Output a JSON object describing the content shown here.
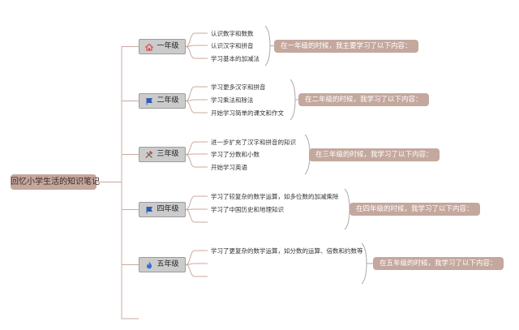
{
  "root": {
    "label": "回忆小学生活的知识笔记"
  },
  "colors": {
    "line": "#c9a99f",
    "bracket": "#aaaaaa",
    "node_fill": "#cbcbcb",
    "summary_fill": "#c4a79d"
  },
  "grades": [
    {
      "label": "一年级",
      "icon": "home-icon",
      "icon_color": "#e0484c",
      "items": [
        "认识数字和数数",
        "认识汉字和拼音",
        "学习基本的加减法"
      ],
      "summary": "在一年级的时候，我主要学习了以下内容："
    },
    {
      "label": "二年级",
      "icon": "flag-icon",
      "icon_color": "#2f5fb3",
      "items": [
        "学习更多汉字和拼音",
        "学习乘法和除法",
        "开始学习简单的课文和作文"
      ],
      "summary": "在二年级的时候，我学习了以下内容："
    },
    {
      "label": "三年级",
      "icon": "hammer-icon",
      "icon_color": "#b8533d",
      "items": [
        "进一步扩充了汉字和拼音的知识",
        "学习了分数和小数",
        "开始学习英语"
      ],
      "summary": "在三年级的时候，我学习了以下内容："
    },
    {
      "label": "四年级",
      "icon": "flag-icon",
      "icon_color": "#2f5fb3",
      "items": [
        "学习了较复杂的数学运算，如多位数的加减乘除",
        "学习了中国历史和地理知识",
        ""
      ],
      "summary": "在四年级的时候，我学习了以下内容："
    },
    {
      "label": "五年级",
      "icon": "flame-icon",
      "icon_color": "#2f6fd6",
      "items": [
        "学习了更复杂的数学运算，如分数的运算、倍数和约数等",
        "",
        ""
      ],
      "summary": "在五年级的时候，我学习了以下内容："
    }
  ]
}
